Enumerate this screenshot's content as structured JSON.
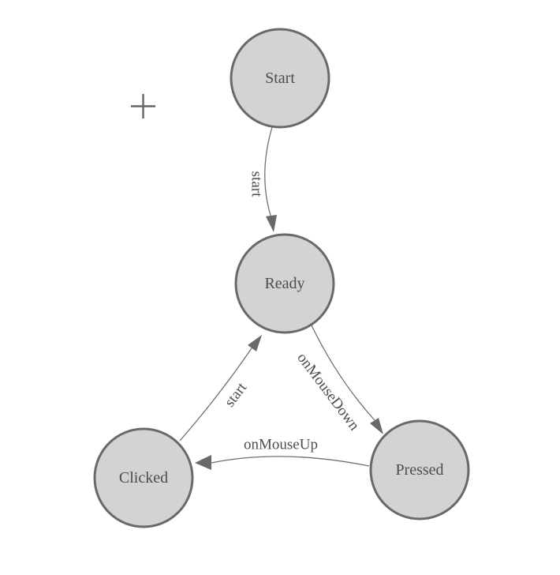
{
  "diagram": {
    "type": "state-machine",
    "nodes": [
      {
        "id": "start",
        "label": "Start"
      },
      {
        "id": "ready",
        "label": "Ready"
      },
      {
        "id": "clicked",
        "label": "Clicked"
      },
      {
        "id": "pressed",
        "label": "Pressed"
      }
    ],
    "edges": [
      {
        "from": "Start",
        "to": "Ready",
        "label": "start"
      },
      {
        "from": "Clicked",
        "to": "Ready",
        "label": "start"
      },
      {
        "from": "Ready",
        "to": "Pressed",
        "label": "onMouseDown"
      },
      {
        "from": "Pressed",
        "to": "Clicked",
        "label": "onMouseUp"
      }
    ],
    "icons": {
      "plus": "+"
    },
    "colors": {
      "background": "#ffffff",
      "node_fill": "#d3d3d3",
      "node_border": "#696969",
      "edge_line": "#707070",
      "arrowhead": "#696969",
      "label_text": "#4d4d4d",
      "plus_icon": "#666666"
    }
  }
}
